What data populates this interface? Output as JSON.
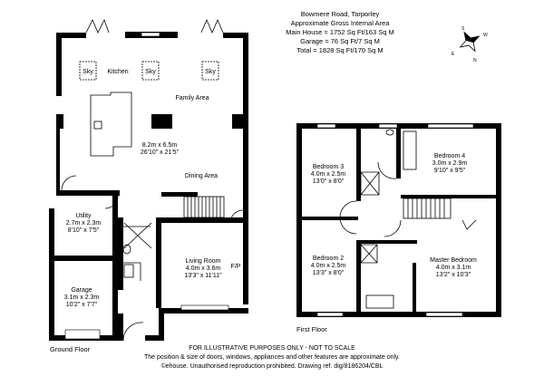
{
  "header": {
    "address": "Bowmere Road, Tarporley",
    "area_title": "Approximate Gross Internal Area",
    "main_house": "Main House = 1752 Sq Ft/163 Sq M",
    "garage": "Garage = 76 Sq Ft/7 Sq M",
    "total": "Total = 1828 Sq Ft/170 Sq M"
  },
  "compass": {
    "n": "N",
    "s": "S",
    "e": "E",
    "w": "W"
  },
  "ground_floor": {
    "label": "Ground Floor",
    "skylight": "Sky",
    "kitchen": "Kitchen",
    "family_area": "Family Area",
    "open_plan_metric": "8.2m x 6.5m",
    "open_plan_imperial": "26'10\" x 21'5\"",
    "dining_area": "Dining Area",
    "utility": {
      "name": "Utility",
      "metric": "2.7m x 2.3m",
      "imperial": "8'10\" x 7'5\""
    },
    "garage": {
      "name": "Garage",
      "metric": "3.1m x 2.3m",
      "imperial": "10'2\" x 7'7\""
    },
    "living_room": {
      "name": "Living Room",
      "metric": "4.0m x 3.6m",
      "imperial": "13'3\" x 11'11\""
    },
    "fireplace": "F/P"
  },
  "first_floor": {
    "label": "First Floor",
    "bedroom3": {
      "name": "Bedroom 3",
      "metric": "4.0m x 2.5m",
      "imperial": "13'0\" x 8'0\""
    },
    "bedroom4": {
      "name": "Bedroom 4",
      "metric": "3.0m x 2.9m",
      "imperial": "9'10\" x 9'5\""
    },
    "bedroom2": {
      "name": "Bedroom 2",
      "metric": "4.0m x 2.5m",
      "imperial": "13'3\" x 8'0\""
    },
    "master": {
      "name": "Master Bedroom",
      "metric": "4.0m x 3.1m",
      "imperial": "13'2\" x 10'3\""
    }
  },
  "footer": {
    "disclaimer_title": "FOR ILLUSTRATIVE PURPOSES ONLY - NOT TO SCALE",
    "disclaimer_line": "The position & size of doors, windows, appliances and other features are approximate only.",
    "copyright": "©ehouse. Unauthorised reproduction prohibited. Drawing ref. dig/8186204/CBL"
  }
}
